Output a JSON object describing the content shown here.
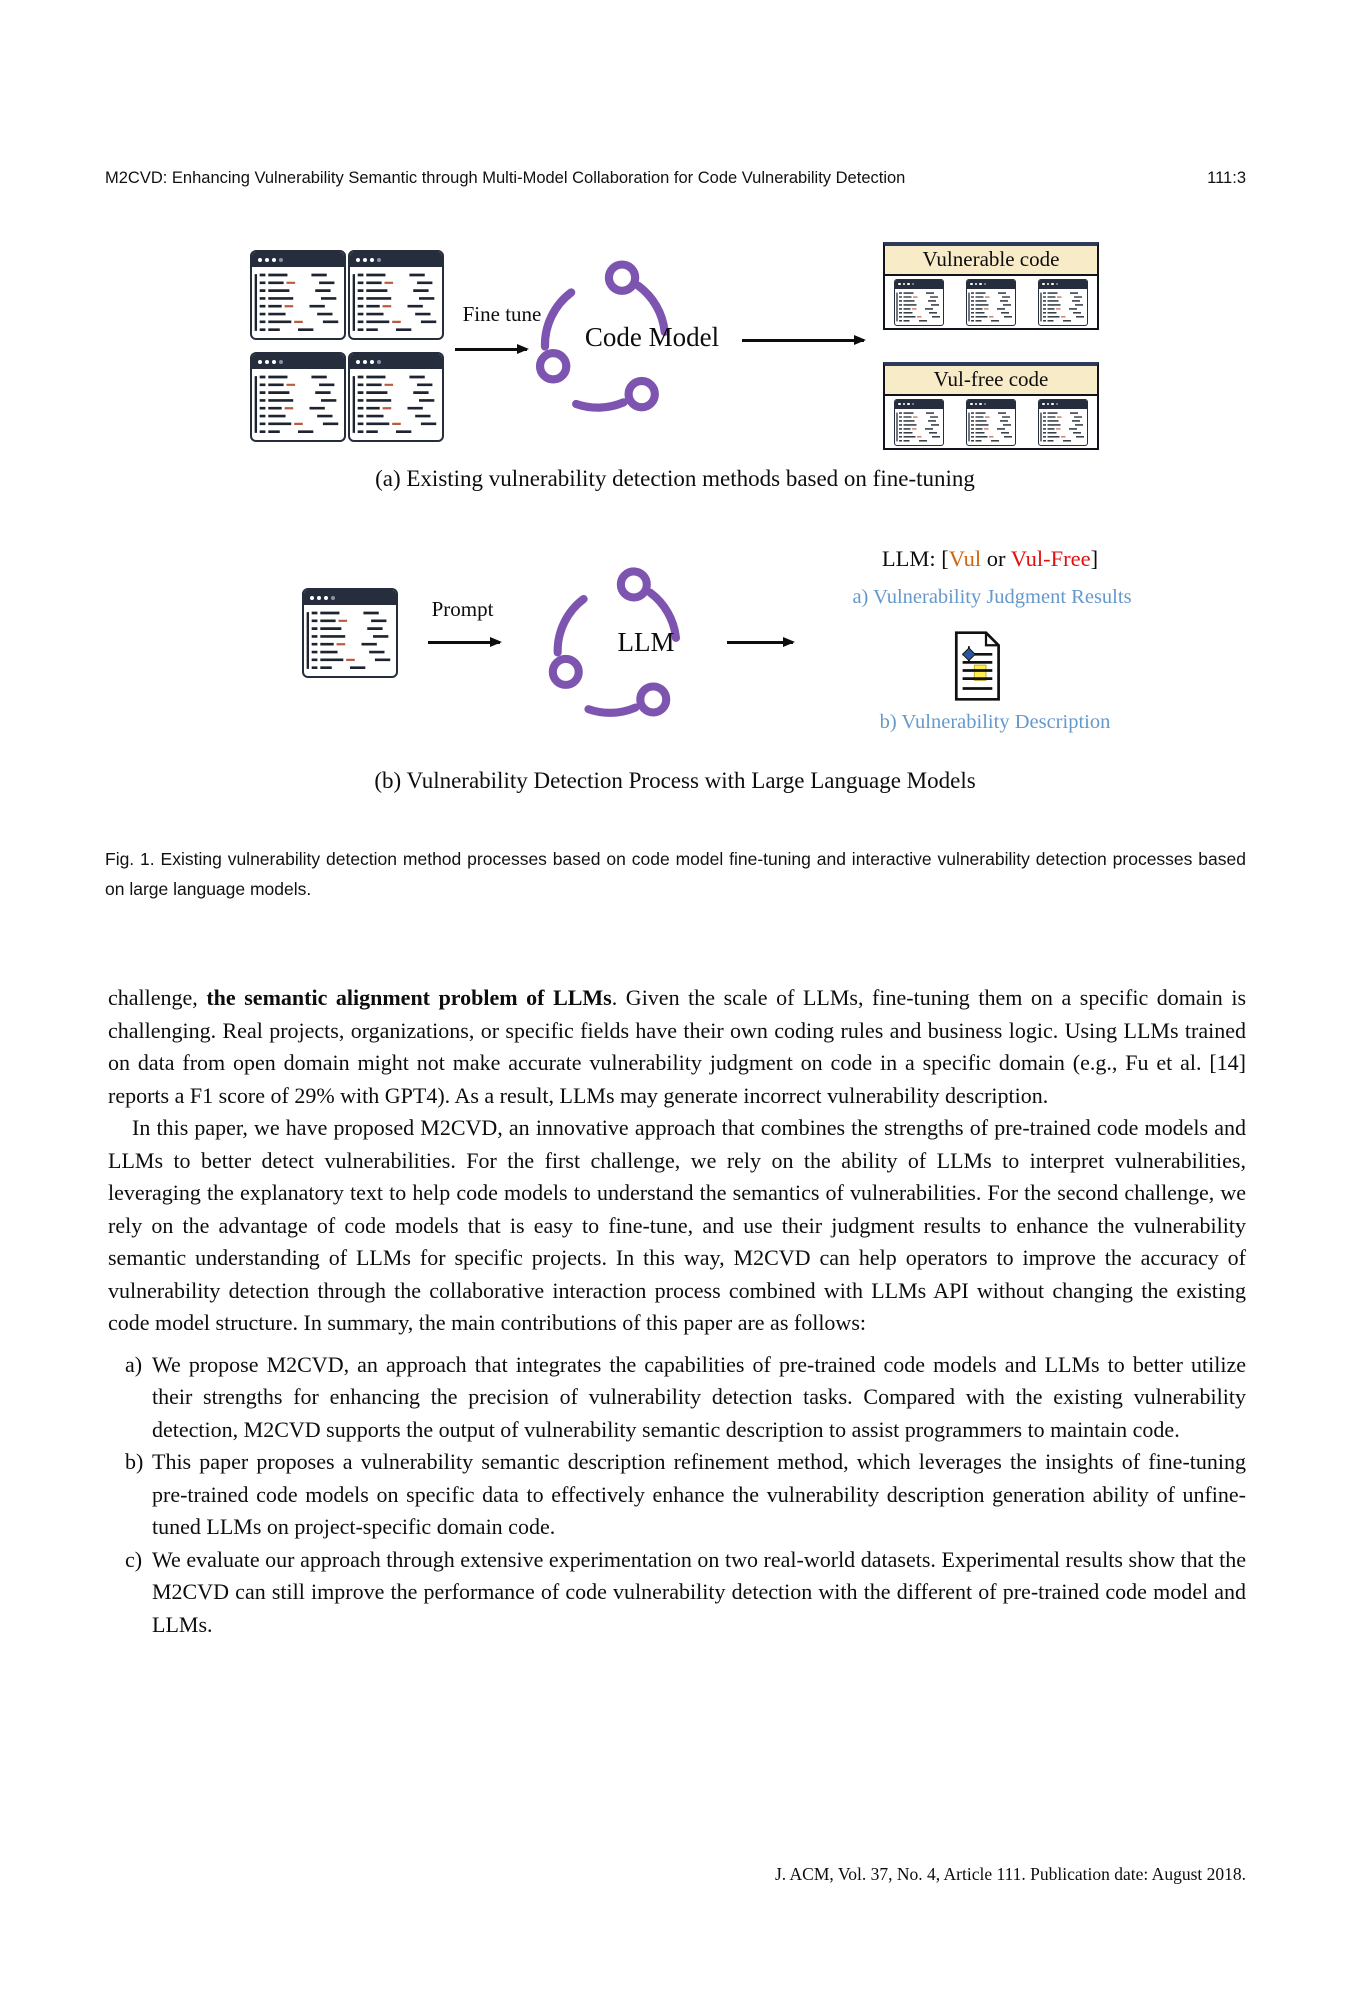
{
  "header": {
    "title": "M2CVD: Enhancing Vulnerability Semantic through Multi-Model Collaboration for Code Vulnerability Detection",
    "page_number": "111:3"
  },
  "figure": {
    "panel_a": {
      "fine_tune_label": "Fine tune",
      "model_label": "Code Model",
      "vulnerable_box_title": "Vulnerable code",
      "vulfree_box_title": "Vul-free code",
      "caption": "(a) Existing vulnerability detection methods based on fine-tuning"
    },
    "panel_b": {
      "prompt_label": "Prompt",
      "model_label": "LLM",
      "llm_output": {
        "prefix": "LLM: [",
        "vul": "Vul",
        "middle": " or ",
        "vulfree": "Vul-Free",
        "suffix": "]"
      },
      "judgment_label": "a) Vulnerability Judgment Results",
      "description_label": "b) Vulnerability Description",
      "caption": "(b) Vulnerability Detection Process with Large Language Models"
    },
    "caption": "Fig. 1.  Existing vulnerability detection method processes based on code model fine-tuning and interactive vulnerability detection processes based on large language models."
  },
  "body": {
    "paragraph1": {
      "pre": "challenge, ",
      "bold": "the semantic alignment problem of LLMs",
      "post": ". Given the scale of LLMs, fine-tuning them on a specific domain is challenging. Real projects, organizations, or specific fields have their own coding rules and business logic. Using LLMs trained on data from open domain might not make accurate vulnerability judgment on code in a specific domain (e.g., Fu et al. [14] reports a F1 score of 29% with GPT4). As a result, LLMs may generate incorrect vulnerability description."
    },
    "paragraph2": "In this paper, we have proposed M2CVD, an innovative approach that combines the strengths of pre-trained code models and LLMs to better detect vulnerabilities. For the first challenge, we rely on the ability of LLMs to interpret vulnerabilities, leveraging the explanatory text to help code models to understand the semantics of vulnerabilities. For the second challenge, we rely on the advantage of code models that is easy to fine-tune, and use their judgment results to enhance the vulnerability semantic understanding of LLMs for specific projects. In this way, M2CVD can help operators to improve the accuracy of vulnerability detection through the collaborative interaction process combined with LLMs API without changing the existing code model structure. In summary, the main contributions of this paper are as follows:",
    "list": [
      {
        "marker": "a)",
        "text": "We propose M2CVD, an approach that integrates the capabilities of pre-trained code models and LLMs to better utilize their strengths for enhancing the precision of vulnerability detection tasks. Compared with the existing vulnerability detection, M2CVD supports the output of vulnerability semantic description to assist programmers to maintain code."
      },
      {
        "marker": "b)",
        "text": "This paper proposes a vulnerability semantic description refinement method, which leverages the insights of fine-tuning pre-trained code models on specific data to effectively enhance the vulnerability description generation ability of unfine-tuned LLMs on project-specific domain code."
      },
      {
        "marker": "c)",
        "text": "We evaluate our approach through extensive experimentation on two real-world datasets. Experimental results show that the M2CVD can still improve the performance of code vulnerability detection with the different of pre-trained code model and LLMs."
      }
    ]
  },
  "footer": "J. ACM, Vol. 37, No. 4, Article 111. Publication date: August 2018.",
  "colors": {
    "purple": "#7d55b0",
    "blue_label": "#6598cb",
    "vul_orange": "#cc6611",
    "vulfree_red": "#e01010",
    "cream": "#f8ecc8"
  }
}
